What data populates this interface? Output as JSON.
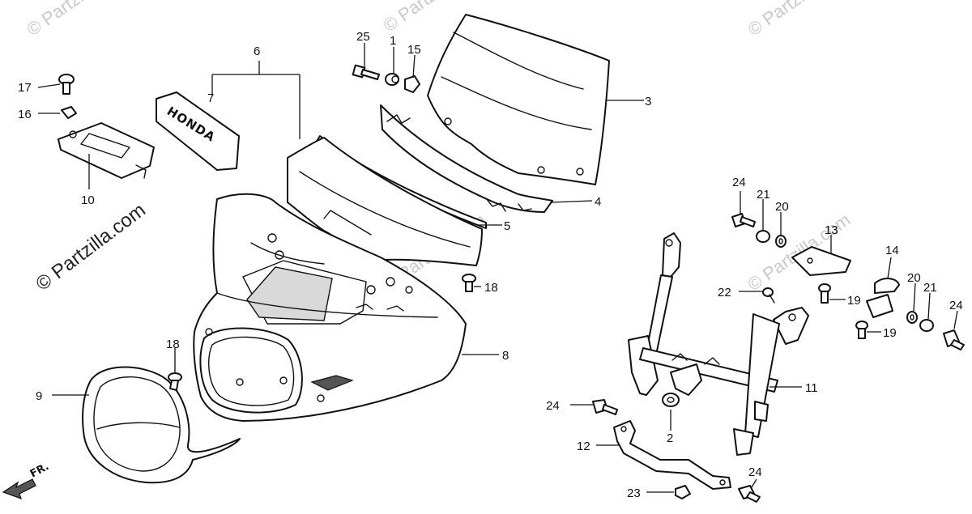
{
  "diagram": {
    "emblem_text": "HONDA",
    "direction_label": "FR.",
    "watermarks": {
      "main": "© Partzilla.com",
      "faint": "© Partzilla.com"
    },
    "callouts": [
      {
        "id": "c1",
        "label": "1"
      },
      {
        "id": "c2",
        "label": "2"
      },
      {
        "id": "c3",
        "label": "3"
      },
      {
        "id": "c4",
        "label": "4"
      },
      {
        "id": "c5",
        "label": "5"
      },
      {
        "id": "c6",
        "label": "6"
      },
      {
        "id": "c7",
        "label": "7"
      },
      {
        "id": "c8",
        "label": "8"
      },
      {
        "id": "c9",
        "label": "9"
      },
      {
        "id": "c10",
        "label": "10"
      },
      {
        "id": "c11",
        "label": "11"
      },
      {
        "id": "c12",
        "label": "12"
      },
      {
        "id": "c13",
        "label": "13"
      },
      {
        "id": "c14",
        "label": "14"
      },
      {
        "id": "c15",
        "label": "15"
      },
      {
        "id": "c16",
        "label": "16"
      },
      {
        "id": "c17",
        "label": "17"
      },
      {
        "id": "c18a",
        "label": "18"
      },
      {
        "id": "c18b",
        "label": "18"
      },
      {
        "id": "c19a",
        "label": "19"
      },
      {
        "id": "c19b",
        "label": "19"
      },
      {
        "id": "c20a",
        "label": "20"
      },
      {
        "id": "c20b",
        "label": "20"
      },
      {
        "id": "c21a",
        "label": "21"
      },
      {
        "id": "c21b",
        "label": "21"
      },
      {
        "id": "c22",
        "label": "22"
      },
      {
        "id": "c23",
        "label": "23"
      },
      {
        "id": "c24a",
        "label": "24"
      },
      {
        "id": "c24b",
        "label": "24"
      },
      {
        "id": "c24c",
        "label": "24"
      },
      {
        "id": "c24d",
        "label": "24"
      },
      {
        "id": "c25",
        "label": "25"
      }
    ]
  }
}
